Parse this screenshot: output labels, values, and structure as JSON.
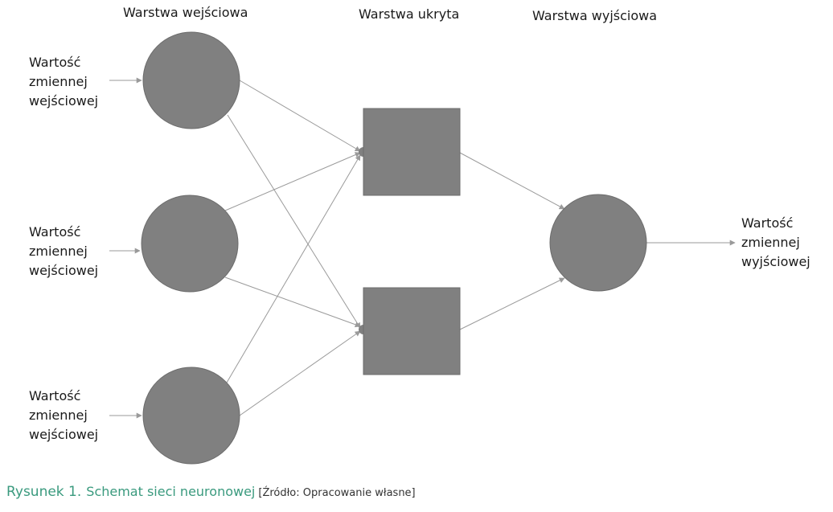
{
  "layers": {
    "input_title": "Warstwa wejściowa",
    "hidden_title": "Warstwa ukryta",
    "output_title": "Warstwa wyjściowa"
  },
  "inputs": [
    {
      "line1": "Wartość",
      "line2": "zmiennej",
      "line3": "wejściowej"
    },
    {
      "line1": "Wartość",
      "line2": "zmiennej",
      "line3": "wejściowej"
    },
    {
      "line1": "Wartość",
      "line2": "zmiennej",
      "line3": "wejściowej"
    }
  ],
  "output": {
    "line1": "Wartość",
    "line2": "zmiennej",
    "line3": "wyjściowej"
  },
  "caption": {
    "number": "Rysunek 1.",
    "title": "Schemat sieci neuronowej",
    "source": "[Źródło: Opracowanie własne]"
  },
  "colors": {
    "node_fill": "#808080",
    "node_stroke": "#6b6b6b",
    "edge": "#9a9a9a",
    "caption_accent": "#3a9a7e"
  }
}
